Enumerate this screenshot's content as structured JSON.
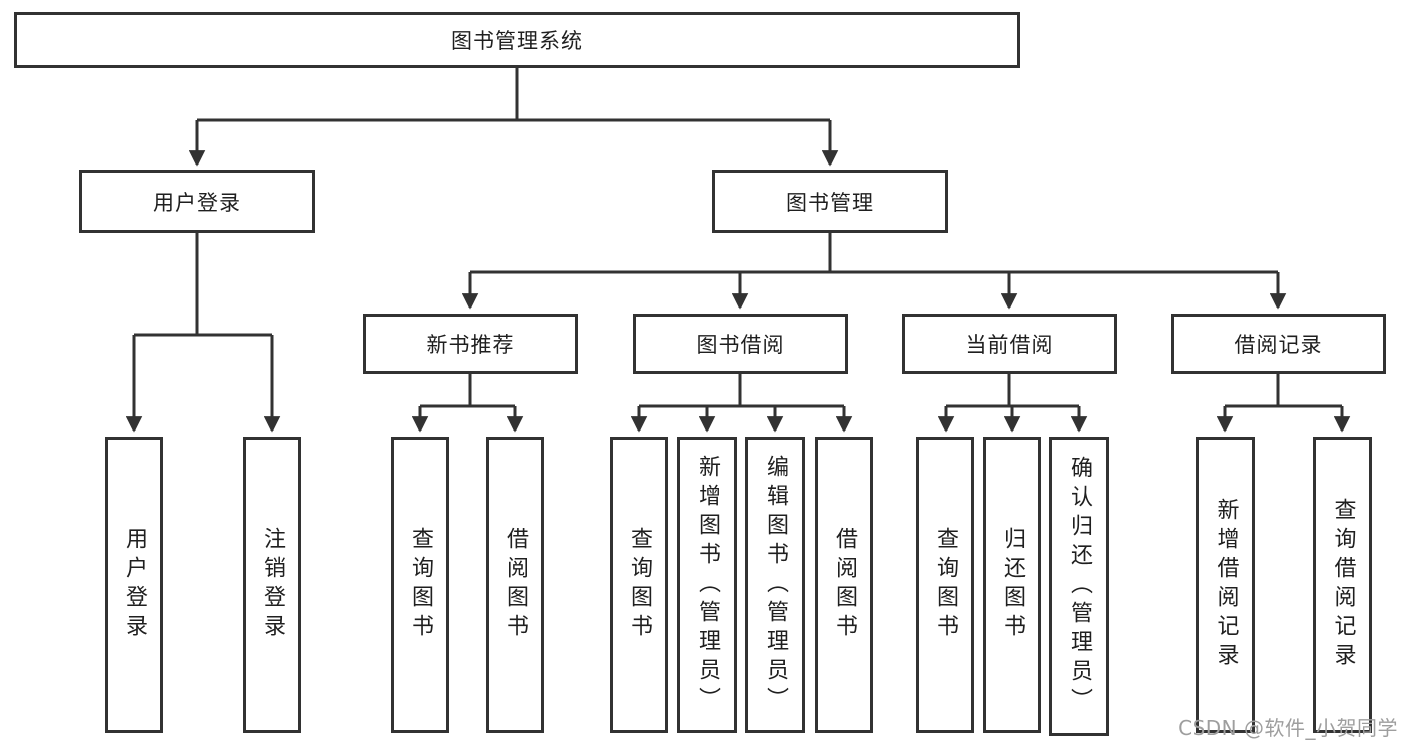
{
  "diagram": {
    "type": "tree",
    "root": "图书管理系统",
    "branches": [
      {
        "label": "用户登录",
        "children": [
          {
            "label": "用户登录"
          },
          {
            "label": "注销登录"
          }
        ]
      },
      {
        "label": "图书管理",
        "children": [
          {
            "label": "新书推荐",
            "children": [
              {
                "label": "查询图书"
              },
              {
                "label": "借阅图书"
              }
            ]
          },
          {
            "label": "图书借阅",
            "children": [
              {
                "label": "查询图书"
              },
              {
                "label": "新增图书（管理员）"
              },
              {
                "label": "编辑图书（管理员）"
              },
              {
                "label": "借阅图书"
              }
            ]
          },
          {
            "label": "当前借阅",
            "children": [
              {
                "label": "查询图书"
              },
              {
                "label": "归还图书"
              },
              {
                "label": "确认归还（管理员）"
              }
            ]
          },
          {
            "label": "借阅记录",
            "children": [
              {
                "label": "新增借阅记录"
              },
              {
                "label": "查询借阅记录"
              }
            ]
          }
        ]
      }
    ]
  },
  "watermark": {
    "text": "CSDN @软件_小贺同学"
  },
  "colors": {
    "line": "#323232",
    "box_border": "#323232",
    "text": "#1f1f1f",
    "watermark": "#9e9e9e",
    "background": "#ffffff"
  }
}
